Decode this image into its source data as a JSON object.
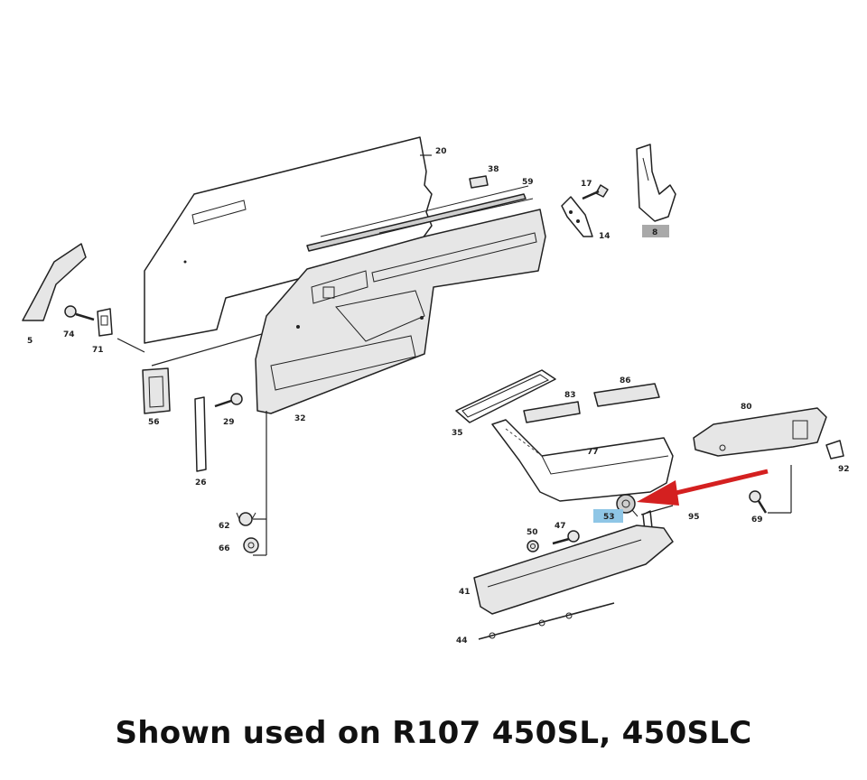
{
  "caption": "Shown used on R107 450SL, 450SLC",
  "callouts": {
    "c20": "20",
    "c38": "38",
    "c59": "59",
    "c17": "17",
    "c14": "14",
    "c8": "8",
    "c5": "5",
    "c74": "74",
    "c71": "71",
    "c56": "56",
    "c29": "29",
    "c32": "32",
    "c26": "26",
    "c62": "62",
    "c66": "66",
    "c35": "35",
    "c83": "83",
    "c86": "86",
    "c80": "80",
    "c77": "77",
    "c92": "92",
    "c53": "53",
    "c95": "95",
    "c50": "50",
    "c47": "47",
    "c69": "69",
    "c41": "41",
    "c44": "44"
  },
  "highlights": {
    "c8_fill": "#a9a9a9",
    "c53_fill": "#8fc6e6"
  },
  "arrow_color": "#d42020"
}
